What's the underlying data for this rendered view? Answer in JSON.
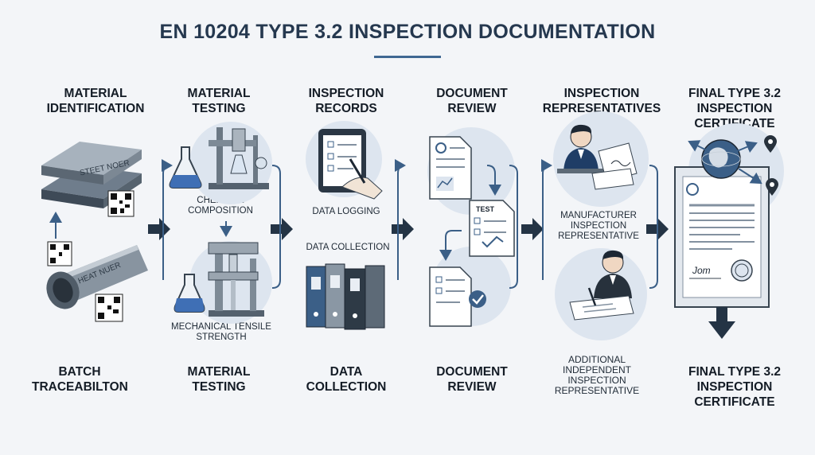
{
  "title": "EN 10204 TYPE 3.2 INSPECTION DOCUMENTATION",
  "columns": [
    {
      "top": "MATERIAL IDENTIFICATION",
      "bottom": "BATCH TRACEABILTON"
    },
    {
      "top": "MATERIAL TESTING",
      "bottom": "MATERIAL TESTING"
    },
    {
      "top": "INSPECTION RECORDS",
      "bottom": "DATA COLLECTION"
    },
    {
      "top": "DOCUMENT REVIEW",
      "bottom": "DOCUMENT REVIEW"
    },
    {
      "top": "INSPECTION REPRESENTATIVES",
      "bottom": "ADDITIONAL INDEPENDENT INSPECTION REPRESENTATIVE"
    },
    {
      "top": "FINAL TYPE 3.2 INSPECTION CERTIFICATE",
      "bottom": "FINAL TYPE 3.2 INSPECTION CERTIFICATE"
    }
  ],
  "sublabels": {
    "chemical": "CHEMICAL COMPOSITION",
    "mechanical": "MECHANICAL TENSILE STRENGTH",
    "logging": "DATA LOGGING",
    "collection": "DATA COLLECTION",
    "manufacturer_rep": "MANUFACTURER INSPECTION REPRESENTATIVE"
  },
  "plate_text": "STEET NOER",
  "pipe_text": "HEAT NUER",
  "test_tag": "TEST",
  "signature": "Jom"
}
